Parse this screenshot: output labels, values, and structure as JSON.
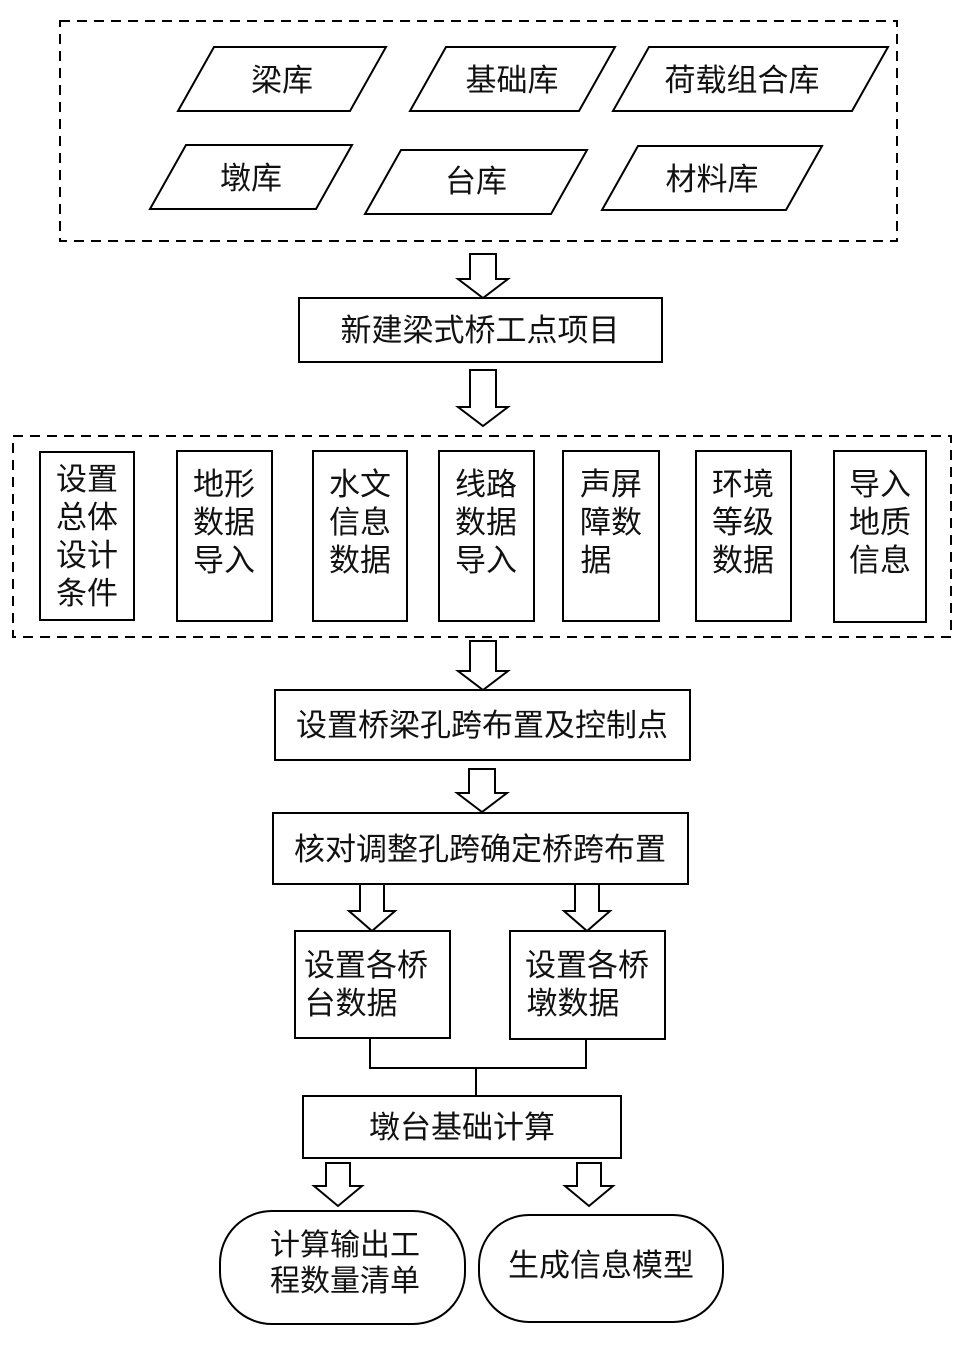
{
  "libraries": {
    "beam": "梁库",
    "foundation": "基础库",
    "load_combo": "荷载组合库",
    "pier": "墩库",
    "abutment": "台库",
    "material": "材料库"
  },
  "new_project": "新建梁式桥工点项目",
  "inputs": [
    [
      "设置",
      "总体",
      "设计",
      "条件"
    ],
    [
      "地形",
      "数据",
      "导入"
    ],
    [
      "水文",
      "信息",
      "数据"
    ],
    [
      "线路",
      "数据",
      "导入"
    ],
    [
      "声屏",
      "障数",
      "据"
    ],
    [
      "环境",
      "等级",
      "数据"
    ],
    [
      "导入",
      "地质",
      "信息"
    ]
  ],
  "span_layout": "设置桥梁孔跨布置及控制点",
  "verify_span": "核对调整孔跨确定桥跨布置",
  "abutment_data": [
    "设置各桥",
    "台数据"
  ],
  "pier_data": [
    "设置各桥",
    "墩数据"
  ],
  "foundation_calc": "墩台基础计算",
  "output_quantity": [
    "计算输出工",
    "程数量清单"
  ],
  "generate_model": "生成信息模型"
}
